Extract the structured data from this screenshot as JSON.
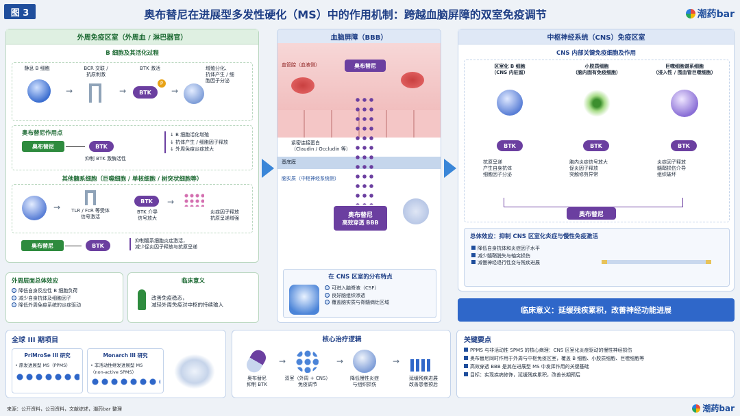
{
  "header": {
    "fig_tag": "图 3",
    "title": "奥布替尼在进展型多发性硬化（MS）中的作用机制：跨越血脑屏障的双室免疫调节",
    "logo_text": "潮药bar"
  },
  "left": {
    "title": "外周免疫区室（外周血 / 淋巴器官）",
    "bcell_title": "B 细胞及其活化过程",
    "steps": [
      "静息 B 细胞",
      "BCR 交联 /\n抗原刺激",
      "BTK 激活",
      "增殖分化、\n抗体产生 / 细\n胞因子分泌"
    ],
    "btk": "BTK",
    "p_label": "P",
    "action_title": "奥布替尼作用点",
    "drug": "奥布替尼",
    "inhibit_label": "抑制 BTK 激酶活性",
    "effects": [
      "↓ B 细胞活化增殖",
      "↓ 抗体产生 / 细胞因子释放",
      "↓ 外周免疫炎症放大"
    ],
    "myeloid_title": "其他髓系细胞（巨噬细胞 / 单核细胞 / 树突状细胞等）",
    "myeloid_steps": [
      "TLR / FcR 等受体\n信号激活",
      "BTK 介导\n信号放大",
      "炎症因子释放\n抗原呈递增强"
    ],
    "myeloid_effect": "抑制髓系细胞炎症激活，\n减少促炎因子释放与抗原呈递",
    "overall_title": "外周层面总体效应",
    "overall": [
      "降低自身反应性 B 细胞负荷",
      "减少自身抗体及细胞因子",
      "降低外周免疫系统的炎症驱动"
    ],
    "clinical_title": "临床意义",
    "clinical_text": "改善免疫稳态，\n减轻外周免疫对中枢的持续输入"
  },
  "middle": {
    "title": "血脑屏障（BBB）",
    "lumen": "血管腔（血液侧）",
    "drug": "奥布替尼",
    "tight": "紧密连接蛋白\n（Claudin / Occludin 等）",
    "membrane": "基底膜",
    "parenchyma": "脑实质（中枢神经系统侧）",
    "drug_pen1": "奥布替尼",
    "drug_pen2": "高效穿透 BBB",
    "dist_title": "在 CNS 区室的分布特点",
    "dist": [
      "可进入脑脊液（CSF）",
      "良好脑组织渗透",
      "覆盖脑实质与脊髓病灶区域"
    ]
  },
  "right": {
    "title": "中枢神经系统（CNS）免疫区室",
    "sub_title": "CNS 内部关键免疫细胞及作用",
    "cols": [
      {
        "name": "区室化 B 细胞\n（CNS 内驻留）",
        "effects": "抗原呈递\n产生自身抗体\n细胞因子分泌",
        "color": "#5a7fd6"
      },
      {
        "name": "小胶质细胞\n（脑内固有免疫细胞）",
        "effects": "胞内炎症信号放大\n促炎因子释放\n突触修剪异常",
        "color": "#6fbf4a"
      },
      {
        "name": "巨噬细胞谱系细胞\n（浸入性 / 围血管巨噬细胞）",
        "effects": "炎症因子释放\n髓鞘损伤介导\n组织破坏",
        "color": "#8a6fd6"
      }
    ],
    "btk": "BTK",
    "drug": "奥布替尼",
    "overall_title": "总体效应：抑制 CNS 区室化炎症与慢性免疫激活",
    "overall": [
      "降低自身抗体和炎症因子水平",
      "减少髓鞘脱失与轴突损伤",
      "减慢神经退行性变与残疾进展"
    ],
    "clinical": "临床意义：延缓残疾累积，改善神经功能进展"
  },
  "bottom": {
    "trials_title": "全球 III 期项目",
    "trial1_name": "PriMroSe III 研究",
    "trial1_desc": "• 原发进展型 MS（PPMS）",
    "trial2_name": "Monarch III 研究",
    "trial2_desc": "• 非活动性继发进展型 MS\n（non-active SPMS）",
    "logic_title": "核心治疗逻辑",
    "logic": [
      "奥布替尼\n抑制 BTK",
      "双室（外周 + CNS）\n免疫调节",
      "降低慢性炎症\n与组织损伤",
      "延缓残疾进展\n改善患者预后"
    ],
    "key_title": "关键要点",
    "keys": [
      "PPMS 与非活动性 SPMS 的核心病理：CNS 区室化炎症驱动的慢性神经损伤",
      "奥布替尼同时作用于外周与中枢免疫区室，覆盖 B 细胞、小胶质细胞、巨噬细胞等",
      "高效穿透 BBB 是其在进展型 MS 中发挥作用的关键基础",
      "目标：实现疾病修饰，延缓残疾累积，改善长期预后"
    ]
  },
  "footer": {
    "source": "来源：公开资料，公司资料，文献综述，潮药bar 整理",
    "logo_text": "潮药bar"
  }
}
